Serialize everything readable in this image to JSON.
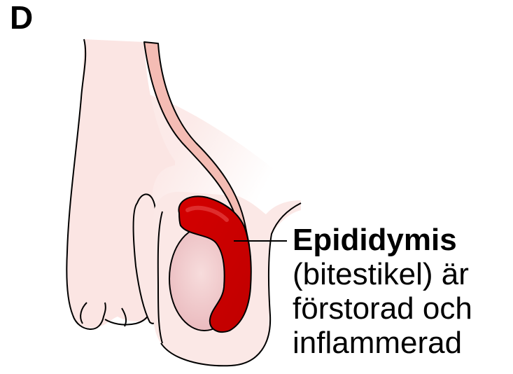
{
  "panel": {
    "letter": "D"
  },
  "annotation": {
    "title": "Epididymis",
    "lines": [
      "(bitestikel) är",
      "förstorad och",
      "inflammerad"
    ]
  },
  "colors": {
    "skin": "#fbe6e4",
    "skin_shadow": "#f6d2cf",
    "testis": "#f1c9cb",
    "epididymis": "#cc0000",
    "epididymis_highlight": "#e23a3a",
    "cord": "#f3b8b0",
    "outline": "#000000"
  },
  "icons": {
    "illustration": "inflamed-epididymis-illustration"
  }
}
